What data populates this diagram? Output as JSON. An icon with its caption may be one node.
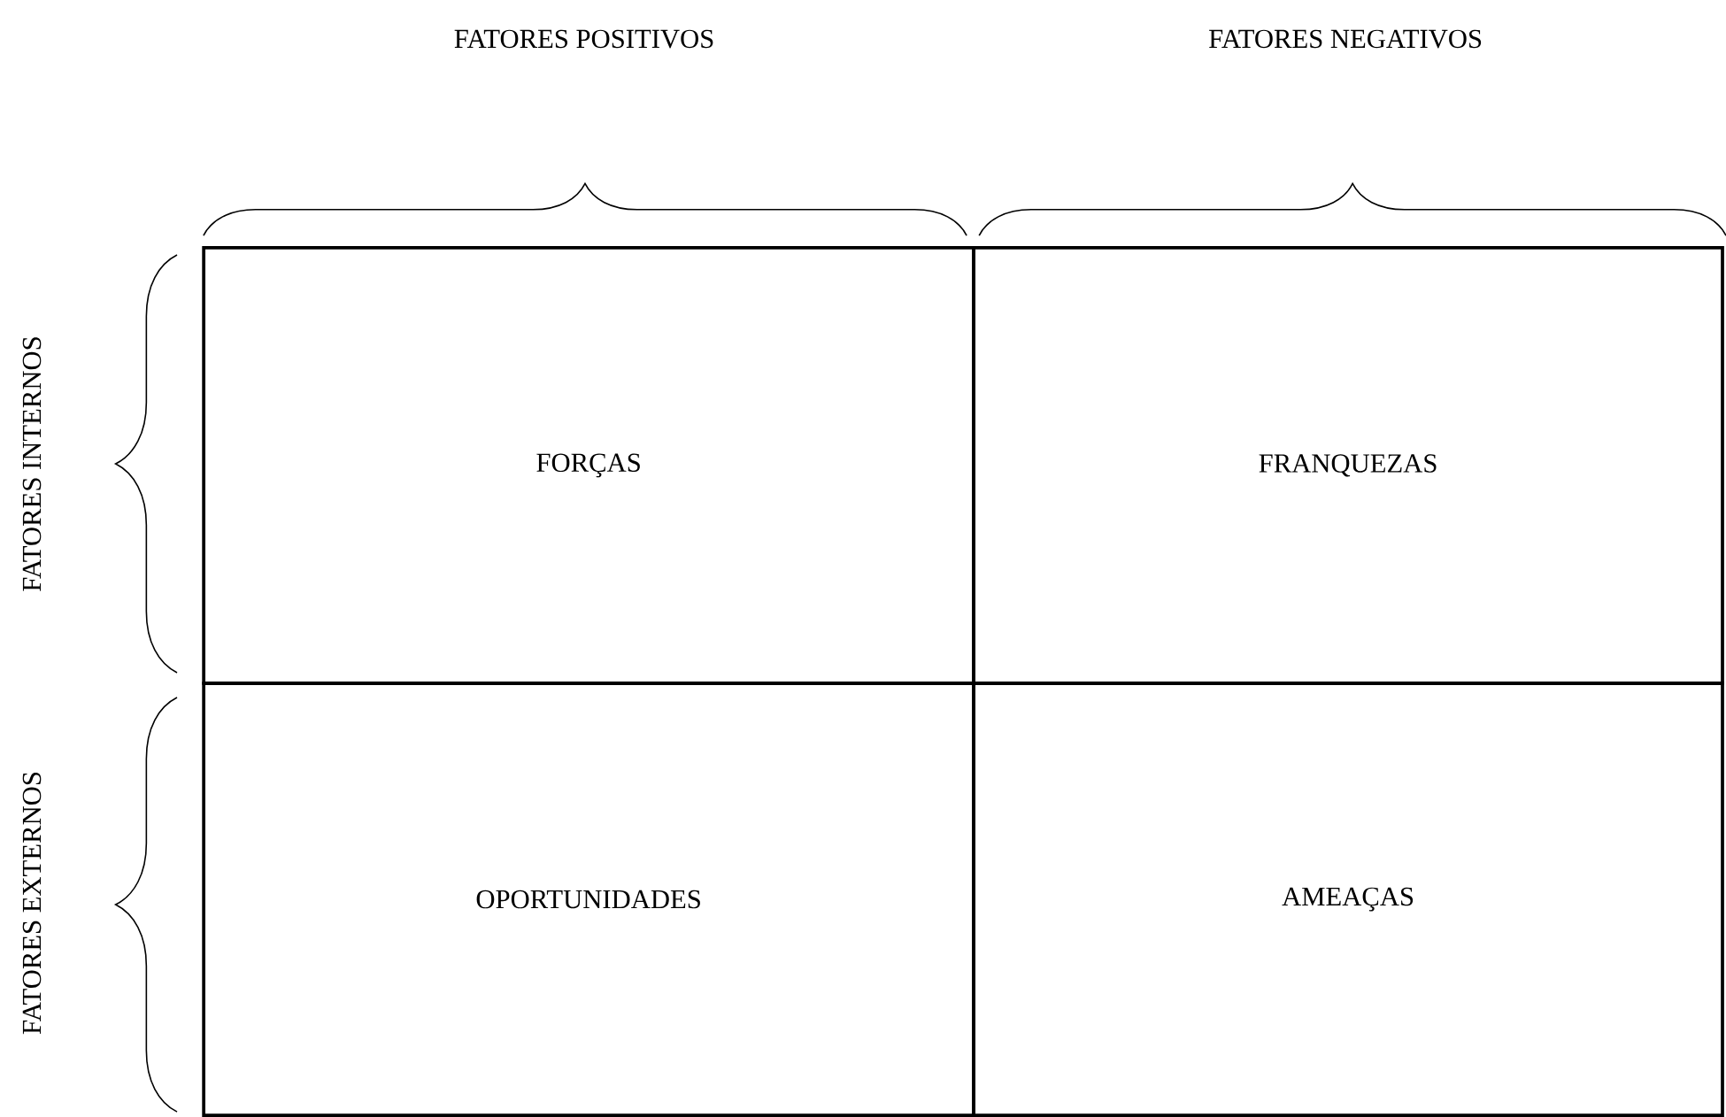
{
  "diagram": {
    "nodes": [
      {
        "text": [
          "FORÇAS"
        ]
      },
      {
        "text": [
          "FRANQUEZAS"
        ]
      },
      {
        "text": [
          "OPORTUNIDADES"
        ]
      },
      {
        "text": [
          "AMEAÇAS"
        ]
      }
    ],
    "labels": [
      "FATORES POSITIVOS",
      "FATORES NEGATIVOS",
      "FATORES INTERNOS",
      "FATORES EXTERNOS"
    ]
  }
}
